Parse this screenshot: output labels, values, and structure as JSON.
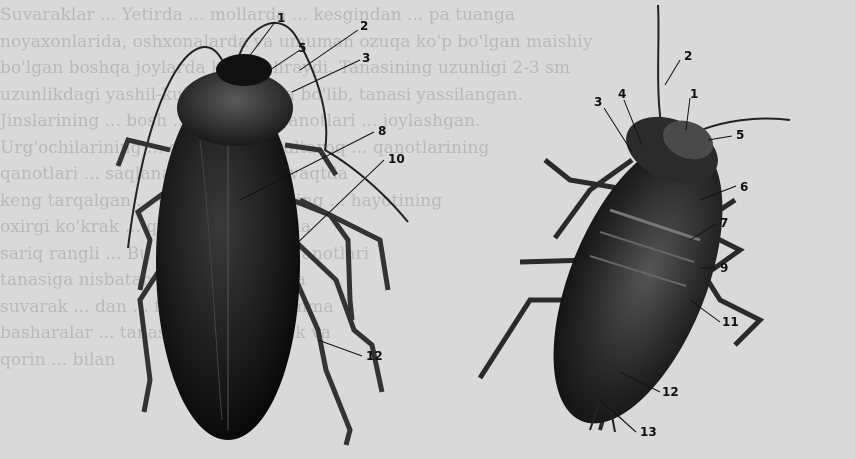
{
  "background_text": [
    "Suvaraklar ... Yetirda ... mollarda ... kesgindan ... pa tuanga",
    "noyaxonlarida, oshxonalarda va umuman ozuqa ko'p bo'lgan maishiy",
    "bo'lgan boshqa joylarda ko'p uchraydi. Tanasining uzunligi 2-3 sm",
    "uzunlikdagi yashil-kulrang rangda bo'lib, tanasi yassilangan.",
    "Jinslarining ... bosh ... tuzilgan. Qanotlari ... joylashgan.",
    "Urg'ochilarining ... qanotlari ... kaltaroq ... qanotlarining",
    "qanotlari ... saqlanadi ... bo'lib ... vaqtda",
    "keng tarqalgan ... Osiyo suvaragining ... hayotining",
    "oxirgi ko'krak ... qismining ... ustida",
    "sariq rangli ... Bu suvaraklarning qanotlari",
    "tanasiga nisbatan ... va ... ular gora",
    "suvarak ... dan ... farq qiladi ... hamma",
    "basharalar ... tanasi ham ... ko'krak va",
    "qorin ... bilan"
  ],
  "figures": {
    "left": {
      "labels": [
        "1",
        "5",
        "2",
        "3",
        "8",
        "10",
        "12"
      ]
    },
    "right": {
      "labels": [
        "2",
        "3",
        "4",
        "1",
        "5",
        "6",
        "7",
        "9",
        "11",
        "12",
        "13"
      ]
    }
  }
}
